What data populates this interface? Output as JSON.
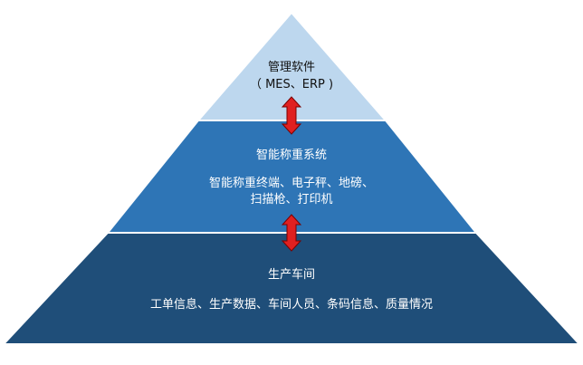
{
  "pyramid": {
    "top": {
      "title": "管理软件",
      "subtitle": "（ MES、ERP )",
      "fill": "#bdd7ee"
    },
    "middle": {
      "title": "智能称重系统",
      "line1": "智能称重终端、电子秤、地磅、",
      "line2": "扫描枪、打印机",
      "fill": "#2e75b6"
    },
    "bottom": {
      "title": "生产车间",
      "line1": "工单信息、生产数据、车间人员、条码信息、质量情况",
      "fill": "#1f4e79"
    },
    "arrow_color": "#e02020"
  }
}
